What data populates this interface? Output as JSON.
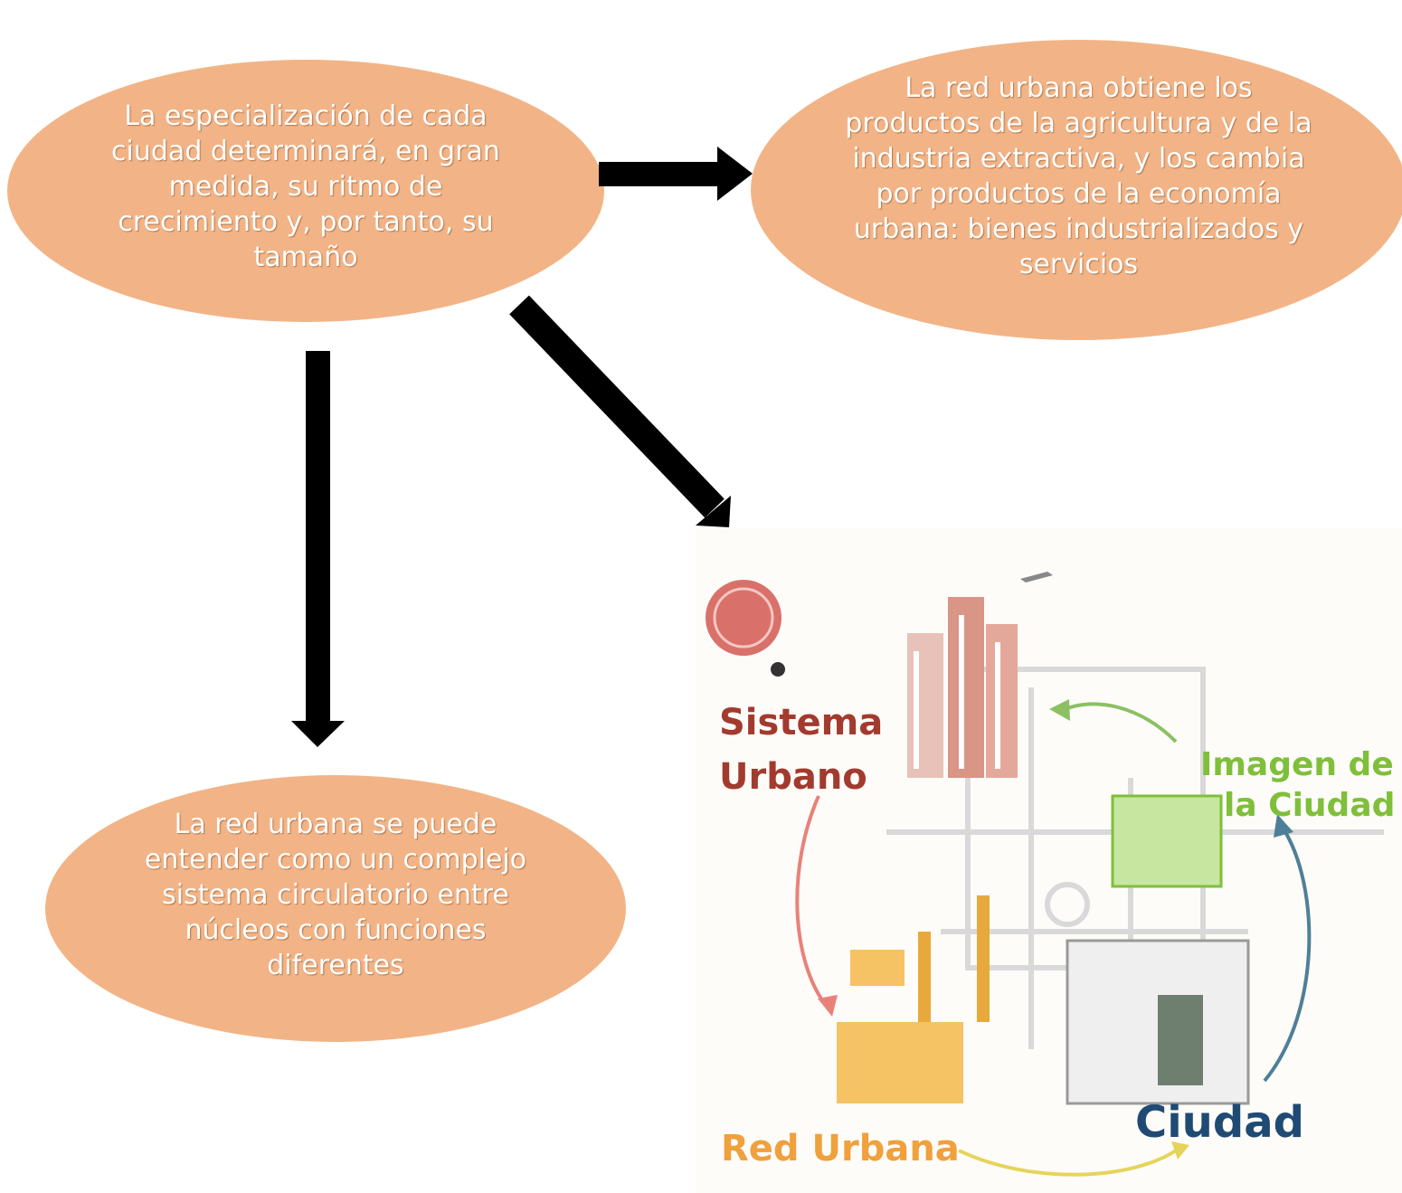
{
  "colors": {
    "oval_fill": "#f2b486",
    "arrow": "#000000",
    "label_sistema": "#a33a2e",
    "label_imagen": "#7fbf3a",
    "label_ciudad": "#1f4a73",
    "label_red": "#f0a03c"
  },
  "ovals": [
    {
      "text": "La especialización de cada ciudad determinará, en gran medida, su ritmo de crecimiento y, por tanto, su tamaño"
    },
    {
      "text": "La red urbana obtiene los productos de la agricultura y de la industria extractiva, y los cambia por productos de la economía urbana: bienes industrializados y servicios"
    },
    {
      "text": "La red urbana se puede entender como un complejo sistema circulatorio entre núcleos con funciones diferentes"
    }
  ],
  "illustration": {
    "labels": {
      "sistema_1": "Sistema",
      "sistema_2": "Urbano",
      "imagen_1": "Imagen de",
      "imagen_2": "la Ciudad",
      "ciudad": "Ciudad",
      "red": "Red Urbana"
    }
  }
}
